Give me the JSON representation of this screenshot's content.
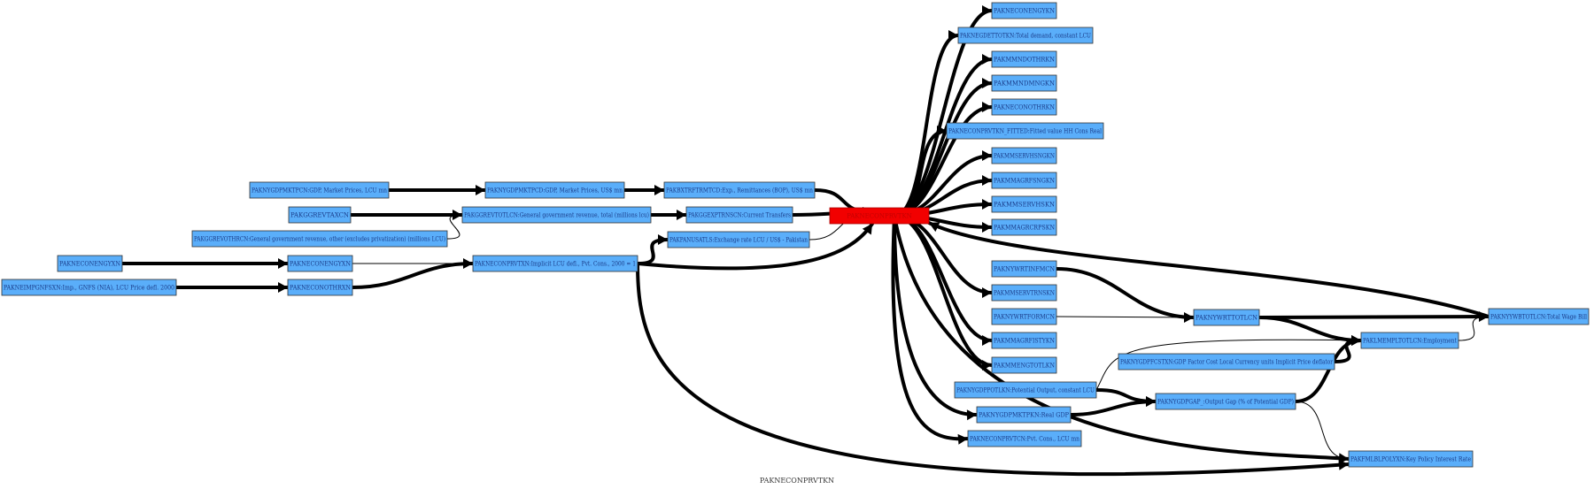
{
  "caption": "PAKNECONPRVTKN",
  "nodes": [
    {
      "id": "center",
      "label": "PAKNECONPRVTKN",
      "focus": true
    },
    {
      "id": "t1",
      "label": "PAKNECONENGYKN"
    },
    {
      "id": "t2",
      "label": "PAKNEGDETTOTKN:Total demand, constant LCU"
    },
    {
      "id": "t3",
      "label": "PAKMMNDOTHRKN"
    },
    {
      "id": "t4",
      "label": "PAKMMNDMNGKN"
    },
    {
      "id": "t5",
      "label": "PAKNECONOTHRKN"
    },
    {
      "id": "t6",
      "label": "PAKNECONPRVTKN_FITTED:Fitted value HH Cons Real"
    },
    {
      "id": "t7",
      "label": "PAKMMSERVHSNGKN"
    },
    {
      "id": "t8",
      "label": "PAKMMAGRFSNGKN"
    },
    {
      "id": "t9",
      "label": "PAKMMSERVHSKN"
    },
    {
      "id": "t10",
      "label": "PAKMMAGRCRPSKN"
    },
    {
      "id": "b1",
      "label": "PAKNYWRTINFMCN"
    },
    {
      "id": "b2",
      "label": "PAKMMSERVTRNSKN"
    },
    {
      "id": "b3",
      "label": "PAKNYWRTFORMCN"
    },
    {
      "id": "b4",
      "label": "PAKMMAGRFISTYKN"
    },
    {
      "id": "b5",
      "label": "PAKMMENGTOTLKN"
    },
    {
      "id": "b6",
      "label": "PAKNYGDPPOTLKN:Potential Output, constant LCU"
    },
    {
      "id": "b7",
      "label": "PAKNYGDPMKTPKN:Real GDP"
    },
    {
      "id": "b8",
      "label": "PAKNECONPRVTCN:Pvt. Cons., LCU mn"
    },
    {
      "id": "wrttot",
      "label": "PAKNYWRTTOTLCN"
    },
    {
      "id": "wage",
      "label": "PAKNYYWBTOTLCN:Total Wage Bill"
    },
    {
      "id": "emp",
      "label": "PAKLMEMPLTOTLCN:Employment"
    },
    {
      "id": "gdpfc",
      "label": "PAKNYGDPFCSTXN:GDP Factor Cost Local Currency units Implicit Price deflator"
    },
    {
      "id": "gap",
      "label": "PAKNYGDPGAP_:Output Gap (% of Potential GDP)"
    },
    {
      "id": "rate",
      "label": "PAKFMLBLPOLYXN:Key Policy Interest Rate"
    },
    {
      "id": "l1",
      "label": "PAKNYGDPMKTPCN:GDP, Market Prices, LCU mn"
    },
    {
      "id": "l2",
      "label": "PAKNYGDPMKTPCD:GDP, Market Prices, US$ mn"
    },
    {
      "id": "l3",
      "label": "PAKBXTRFTRMTCD:Exp., Remittances (BOP), US$ mn"
    },
    {
      "id": "l4",
      "label": "PAKGGREVTAXCN"
    },
    {
      "id": "l5",
      "label": "PAKGGREVTOTLCN:General government revenue, total (millions lcu)"
    },
    {
      "id": "l6",
      "label": "PAKGGEXPTRNSCN:Current Transfers"
    },
    {
      "id": "l7",
      "label": "PAKGGREVOTHRCN:General government revenue, other (excludes privatization) (millions LCU)"
    },
    {
      "id": "l8",
      "label": "PAKPANUSATLS:Exchange rate LCU / US$ - Pakistan"
    },
    {
      "id": "l9",
      "label": "PAKNECONENGYXN"
    },
    {
      "id": "l10",
      "label": "PAKNECONENGYXN"
    },
    {
      "id": "l11",
      "label": "PAKNECONPRVTXN:Implicit LCU defl., Pvt. Cons., 2000 = 1"
    },
    {
      "id": "l12",
      "label": "PAKNEIMPGNFSXN:Imp., GNFS (NIA), LCU Price defl. 2000"
    },
    {
      "id": "l13",
      "label": "PAKNECONOTHRXN"
    }
  ],
  "edges": [
    {
      "from": "center",
      "to": "t1",
      "weight": "thick"
    },
    {
      "from": "center",
      "to": "t2",
      "weight": "thick"
    },
    {
      "from": "center",
      "to": "t3",
      "weight": "thick"
    },
    {
      "from": "center",
      "to": "t4",
      "weight": "thick"
    },
    {
      "from": "center",
      "to": "t5",
      "weight": "thick"
    },
    {
      "from": "center",
      "to": "t6",
      "weight": "thick"
    },
    {
      "from": "center",
      "to": "t7",
      "weight": "thick"
    },
    {
      "from": "center",
      "to": "t8",
      "weight": "thick"
    },
    {
      "from": "center",
      "to": "t9",
      "weight": "thick"
    },
    {
      "from": "center",
      "to": "t10",
      "weight": "thick"
    },
    {
      "from": "center",
      "to": "b2",
      "weight": "thick"
    },
    {
      "from": "center",
      "to": "b4",
      "weight": "thick"
    },
    {
      "from": "center",
      "to": "b5",
      "weight": "thick"
    },
    {
      "from": "center",
      "to": "b7",
      "weight": "thick"
    },
    {
      "from": "center",
      "to": "b8",
      "weight": "thick"
    },
    {
      "from": "center",
      "to": "rate",
      "weight": "thick"
    },
    {
      "from": "wage",
      "to": "center",
      "weight": "thick"
    },
    {
      "from": "l3",
      "to": "center",
      "weight": "thick"
    },
    {
      "from": "l6",
      "to": "center",
      "weight": "thick"
    },
    {
      "from": "l8",
      "to": "center",
      "weight": "thin"
    },
    {
      "from": "l11",
      "to": "center",
      "weight": "thick"
    },
    {
      "from": "l1",
      "to": "l2",
      "weight": "thick"
    },
    {
      "from": "l2",
      "to": "l3",
      "weight": "thick"
    },
    {
      "from": "l4",
      "to": "l5",
      "weight": "thick"
    },
    {
      "from": "l5",
      "to": "l6",
      "weight": "thick"
    },
    {
      "from": "l7",
      "to": "l5",
      "weight": "thin"
    },
    {
      "from": "l9",
      "to": "l10",
      "weight": "thick"
    },
    {
      "from": "l12",
      "to": "l13",
      "weight": "thick"
    },
    {
      "from": "l10",
      "to": "l11",
      "weight": "thin"
    },
    {
      "from": "l13",
      "to": "l11",
      "weight": "thick"
    },
    {
      "from": "l11",
      "to": "l8",
      "weight": "thick"
    },
    {
      "from": "l11",
      "to": "rate",
      "weight": "thick"
    },
    {
      "from": "b1",
      "to": "wrttot",
      "weight": "thick"
    },
    {
      "from": "b3",
      "to": "wrttot",
      "weight": "thin"
    },
    {
      "from": "wrttot",
      "to": "wage",
      "weight": "thick"
    },
    {
      "from": "wrttot",
      "to": "emp",
      "weight": "thick"
    },
    {
      "from": "emp",
      "to": "wage",
      "weight": "thin"
    },
    {
      "from": "gdpfc",
      "to": "emp",
      "weight": "thick"
    },
    {
      "from": "b6",
      "to": "emp",
      "weight": "thin"
    },
    {
      "from": "b6",
      "to": "gap",
      "weight": "thick"
    },
    {
      "from": "b7",
      "to": "gap",
      "weight": "thick"
    },
    {
      "from": "gap",
      "to": "emp",
      "weight": "thick"
    },
    {
      "from": "gap",
      "to": "rate",
      "weight": "thin"
    }
  ]
}
